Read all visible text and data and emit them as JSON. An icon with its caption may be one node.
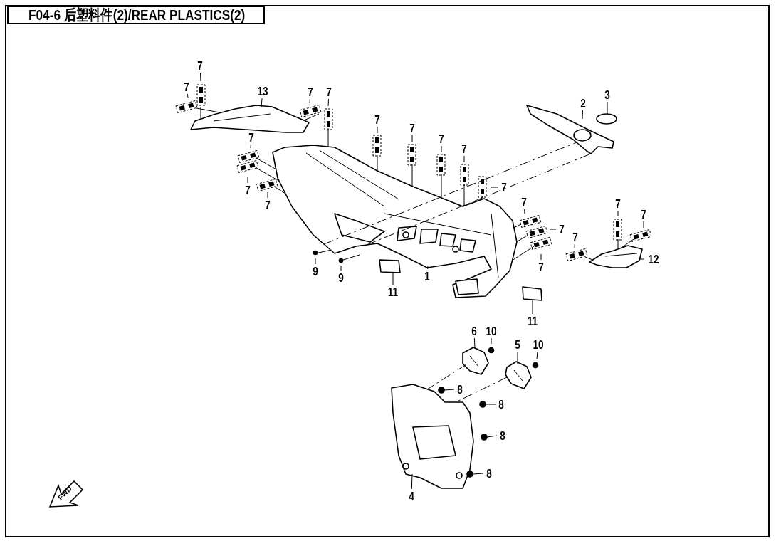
{
  "diagram": {
    "title": "F04-6 后塑料件(2)/REAR PLASTICS(2)",
    "nodes": [
      {
        "text": [
          "7"
        ]
      },
      {
        "text": [
          "7"
        ]
      },
      {
        "text": [
          "13"
        ]
      },
      {
        "text": [
          "7"
        ]
      },
      {
        "text": [
          "7"
        ]
      },
      {
        "text": [
          "7"
        ]
      },
      {
        "text": [
          "7"
        ]
      },
      {
        "text": [
          "7"
        ]
      },
      {
        "text": [
          "7"
        ]
      },
      {
        "text": [
          "7"
        ]
      },
      {
        "text": [
          "7"
        ]
      },
      {
        "text": [
          "7"
        ]
      },
      {
        "text": [
          "7"
        ]
      },
      {
        "text": [
          "2"
        ]
      },
      {
        "text": [
          "3"
        ]
      },
      {
        "text": [
          "7"
        ]
      },
      {
        "text": [
          "7"
        ]
      },
      {
        "text": [
          "7"
        ]
      },
      {
        "text": [
          "7"
        ]
      },
      {
        "text": [
          "7"
        ]
      },
      {
        "text": [
          "7"
        ]
      },
      {
        "text": [
          "12"
        ]
      },
      {
        "text": [
          "9"
        ]
      },
      {
        "text": [
          "9"
        ]
      },
      {
        "text": [
          "1"
        ]
      },
      {
        "text": [
          "11"
        ]
      },
      {
        "text": [
          "11"
        ]
      },
      {
        "text": [
          "6"
        ]
      },
      {
        "text": [
          "10"
        ]
      },
      {
        "text": [
          "5"
        ]
      },
      {
        "text": [
          "10"
        ]
      },
      {
        "text": [
          "8"
        ]
      },
      {
        "text": [
          "8"
        ]
      },
      {
        "text": [
          "8"
        ]
      },
      {
        "text": [
          "8"
        ]
      },
      {
        "text": [
          "4"
        ]
      },
      {
        "text": [],
        "shape": "picture"
      },
      {
        "text": [],
        "shape": "picture"
      },
      {
        "text": [],
        "shape": "circle"
      },
      {
        "text": [],
        "shape": "picture"
      },
      {
        "text": [],
        "shape": "picture"
      },
      {
        "text": [],
        "shape": "picture"
      },
      {
        "text": [],
        "shape": "picture"
      },
      {
        "text": [],
        "shape": "picture"
      },
      {
        "text": [],
        "shape": "picture"
      },
      {
        "text": [],
        "shape": "picture"
      },
      {
        "text": [],
        "shape": "circle"
      },
      {
        "text": [],
        "shape": "circle"
      },
      {
        "text": [],
        "shape": "circle"
      },
      {
        "text": [],
        "shape": "circle"
      }
    ],
    "edges": [
      {
        "from": 0,
        "to": null,
        "arrow": "none"
      },
      {
        "from": 1,
        "to": null,
        "arrow": "none"
      },
      {
        "from": 2,
        "to": 36,
        "arrow": "none"
      },
      {
        "from": 3,
        "to": null,
        "arrow": "none"
      },
      {
        "from": 4,
        "to": null,
        "arrow": "none"
      },
      {
        "from": 5,
        "to": null,
        "arrow": "none"
      },
      {
        "from": 6,
        "to": null,
        "arrow": "none"
      },
      {
        "from": 7,
        "to": null,
        "arrow": "none"
      },
      {
        "from": 8,
        "to": null,
        "arrow": "none"
      },
      {
        "from": 9,
        "to": null,
        "arrow": "none"
      },
      {
        "from": 10,
        "to": null,
        "arrow": "none"
      },
      {
        "from": 11,
        "to": null,
        "arrow": "none"
      },
      {
        "from": 12,
        "to": null,
        "arrow": "none"
      },
      {
        "from": 13,
        "to": 37,
        "arrow": "none"
      },
      {
        "from": 14,
        "to": 38,
        "arrow": "none"
      },
      {
        "from": 15,
        "to": null,
        "arrow": "none"
      },
      {
        "from": 16,
        "to": null,
        "arrow": "none"
      },
      {
        "from": 17,
        "to": null,
        "arrow": "none"
      },
      {
        "from": 18,
        "to": null,
        "arrow": "none"
      },
      {
        "from": 19,
        "to": null,
        "arrow": "none"
      },
      {
        "from": 20,
        "to": null,
        "arrow": "none"
      },
      {
        "from": 21,
        "to": 39,
        "arrow": "none"
      },
      {
        "from": 22,
        "to": null,
        "arrow": "none"
      },
      {
        "from": 23,
        "to": null,
        "arrow": "none"
      },
      {
        "from": 24,
        "to": 40,
        "arrow": "none"
      },
      {
        "from": 25,
        "to": 41,
        "arrow": "none"
      },
      {
        "from": 26,
        "to": 42,
        "arrow": "none"
      },
      {
        "from": 27,
        "to": 43,
        "arrow": "none"
      },
      {
        "from": 28,
        "to": null,
        "arrow": "none"
      },
      {
        "from": 29,
        "to": 44,
        "arrow": "none"
      },
      {
        "from": 30,
        "to": null,
        "arrow": "none"
      },
      {
        "from": 31,
        "to": 46,
        "arrow": "none"
      },
      {
        "from": 32,
        "to": 47,
        "arrow": "none"
      },
      {
        "from": 33,
        "to": 48,
        "arrow": "none"
      },
      {
        "from": 34,
        "to": 49,
        "arrow": "none"
      },
      {
        "from": 35,
        "to": 45,
        "arrow": "none"
      },
      {
        "from": 40,
        "to": 37,
        "arrow": "none",
        "style": "dashed"
      },
      {
        "from": 40,
        "to": 37,
        "arrow": "none",
        "style": "dashed"
      },
      {
        "from": 43,
        "to": 45,
        "arrow": "none",
        "style": "dashed"
      },
      {
        "from": 44,
        "to": 45,
        "arrow": "none",
        "style": "dashed"
      }
    ],
    "labels": [
      "FWD"
    ]
  }
}
